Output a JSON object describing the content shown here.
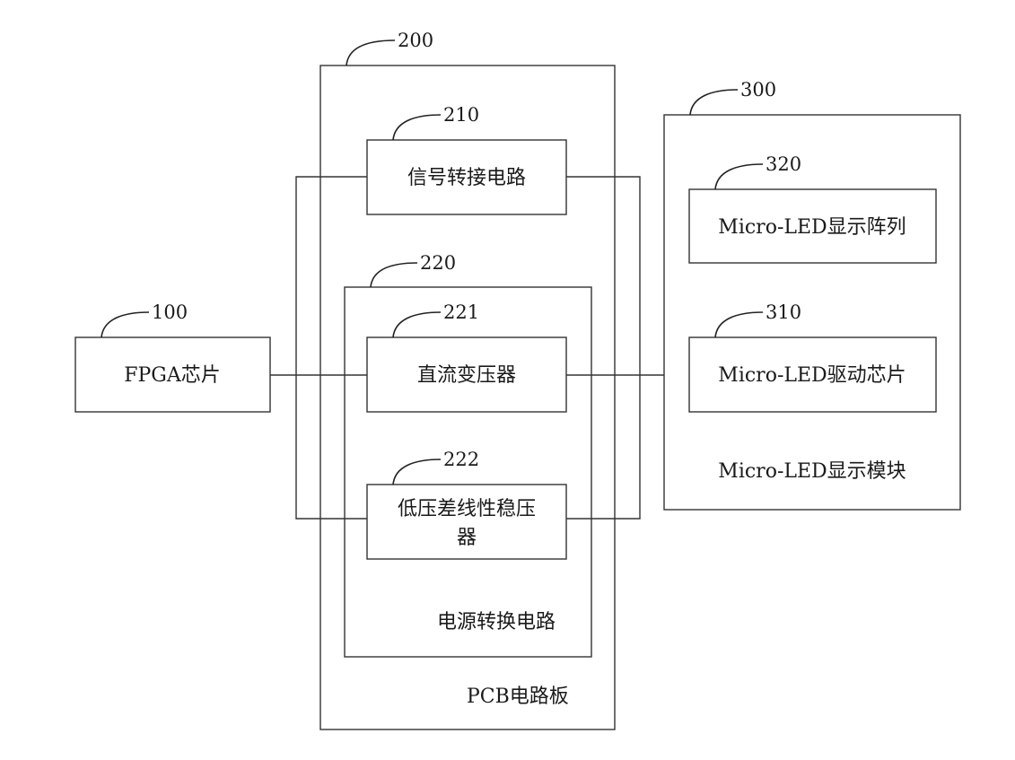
{
  "pcb_board": {
    "ref": "200",
    "label": "PCB电路板"
  },
  "fpga": {
    "ref": "100",
    "label": "FPGA芯片"
  },
  "signal_adapter": {
    "ref": "210",
    "label": "信号转接电路"
  },
  "power_conversion": {
    "ref": "220",
    "label": "电源转换电路"
  },
  "dc_transformer": {
    "ref": "221",
    "label": "直流变压器"
  },
  "ldo": {
    "ref": "222",
    "label_line1": "低压差线性稳压",
    "label_line2": "器"
  },
  "display_module": {
    "ref": "300",
    "label": "Micro-LED显示模块"
  },
  "display_array": {
    "ref": "320",
    "label": "Micro-LED显示阵列"
  },
  "driver_chip": {
    "ref": "310",
    "label": "Micro-LED驱动芯片"
  },
  "colors": {
    "stroke": "#333333",
    "text": "#1a1a1a",
    "background": "#ffffff"
  }
}
